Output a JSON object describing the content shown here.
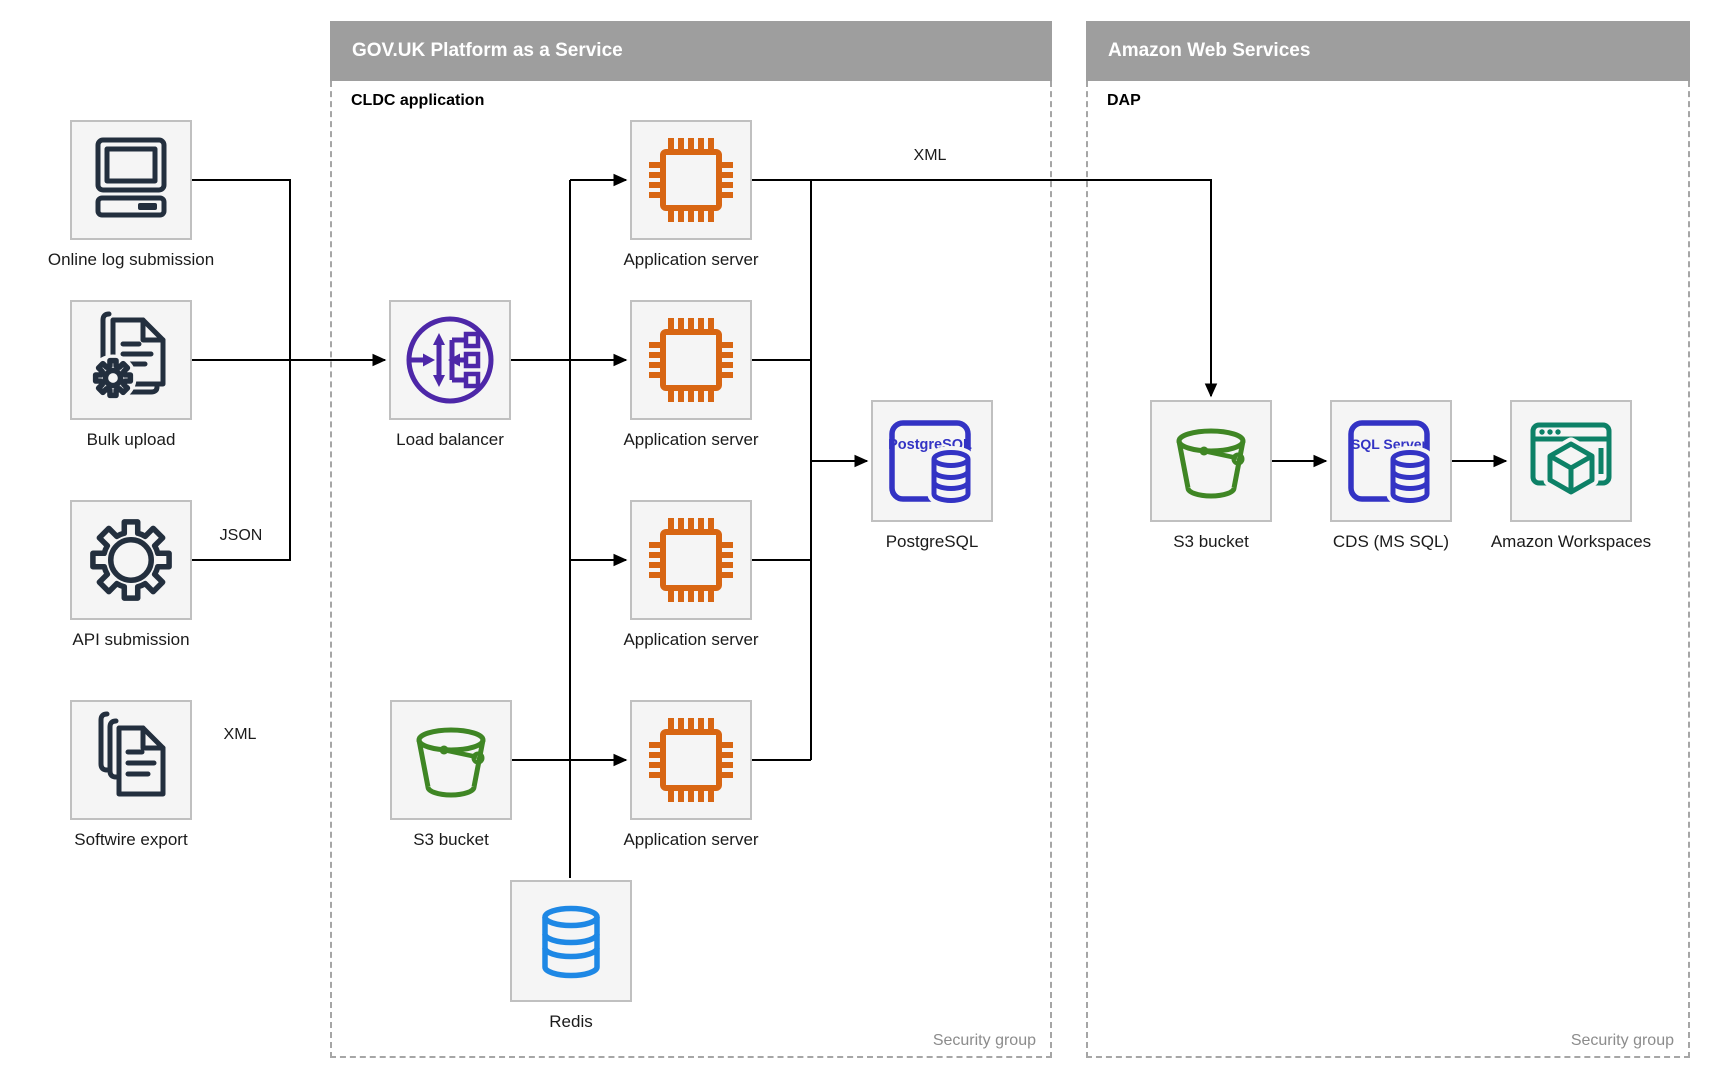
{
  "diagram": {
    "containers": {
      "paas": {
        "title": "GOV.UK Platform as a Service",
        "sublabel": "CLDC application",
        "footer": "Security group"
      },
      "aws": {
        "title": "Amazon Web Services",
        "sublabel": "DAP",
        "footer": "Security group"
      }
    },
    "nodes": {
      "online_log": {
        "label": "Online log submission",
        "icon": "desktop-computer-icon"
      },
      "bulk_upload": {
        "label": "Bulk upload",
        "icon": "document-gear-icon"
      },
      "api_submission": {
        "label": "API submission",
        "icon": "gear-icon"
      },
      "softwire_export": {
        "label": "Softwire export",
        "icon": "document-stack-icon"
      },
      "load_balancer": {
        "label": "Load balancer",
        "icon": "load-balancer-icon"
      },
      "app_server_1": {
        "label": "Application server",
        "icon": "chip-icon"
      },
      "app_server_2": {
        "label": "Application server",
        "icon": "chip-icon"
      },
      "app_server_3": {
        "label": "Application server",
        "icon": "chip-icon"
      },
      "app_server_4": {
        "label": "Application server",
        "icon": "chip-icon"
      },
      "postgresql": {
        "label": "PostgreSQL",
        "icon": "postgresql-database-icon",
        "icon_text": "PostgreSQL"
      },
      "s3_paas": {
        "label": "S3 bucket",
        "icon": "s3-bucket-icon"
      },
      "redis": {
        "label": "Redis",
        "icon": "database-icon"
      },
      "s3_aws": {
        "label": "S3 bucket",
        "icon": "s3-bucket-icon"
      },
      "cds_mssql": {
        "label": "CDS (MS SQL)",
        "icon": "sql-server-database-icon",
        "icon_text": "SQL Server"
      },
      "workspaces": {
        "label": "Amazon Workspaces",
        "icon": "browser-cube-icon"
      }
    },
    "edge_labels": {
      "json_label": "JSON",
      "xml_softwire_label": "XML",
      "xml_top_label": "XML"
    },
    "colors": {
      "source_navy": "#232f3e",
      "compute_orange": "#d86613",
      "network_purple": "#4d27a8",
      "database_indigo": "#3333c4",
      "cache_blue": "#1e88e5",
      "storage_green": "#3f8624",
      "enduser_teal": "#0d8167",
      "header_gray": "#9e9e9e",
      "box_fill": "#f5f5f5"
    }
  }
}
